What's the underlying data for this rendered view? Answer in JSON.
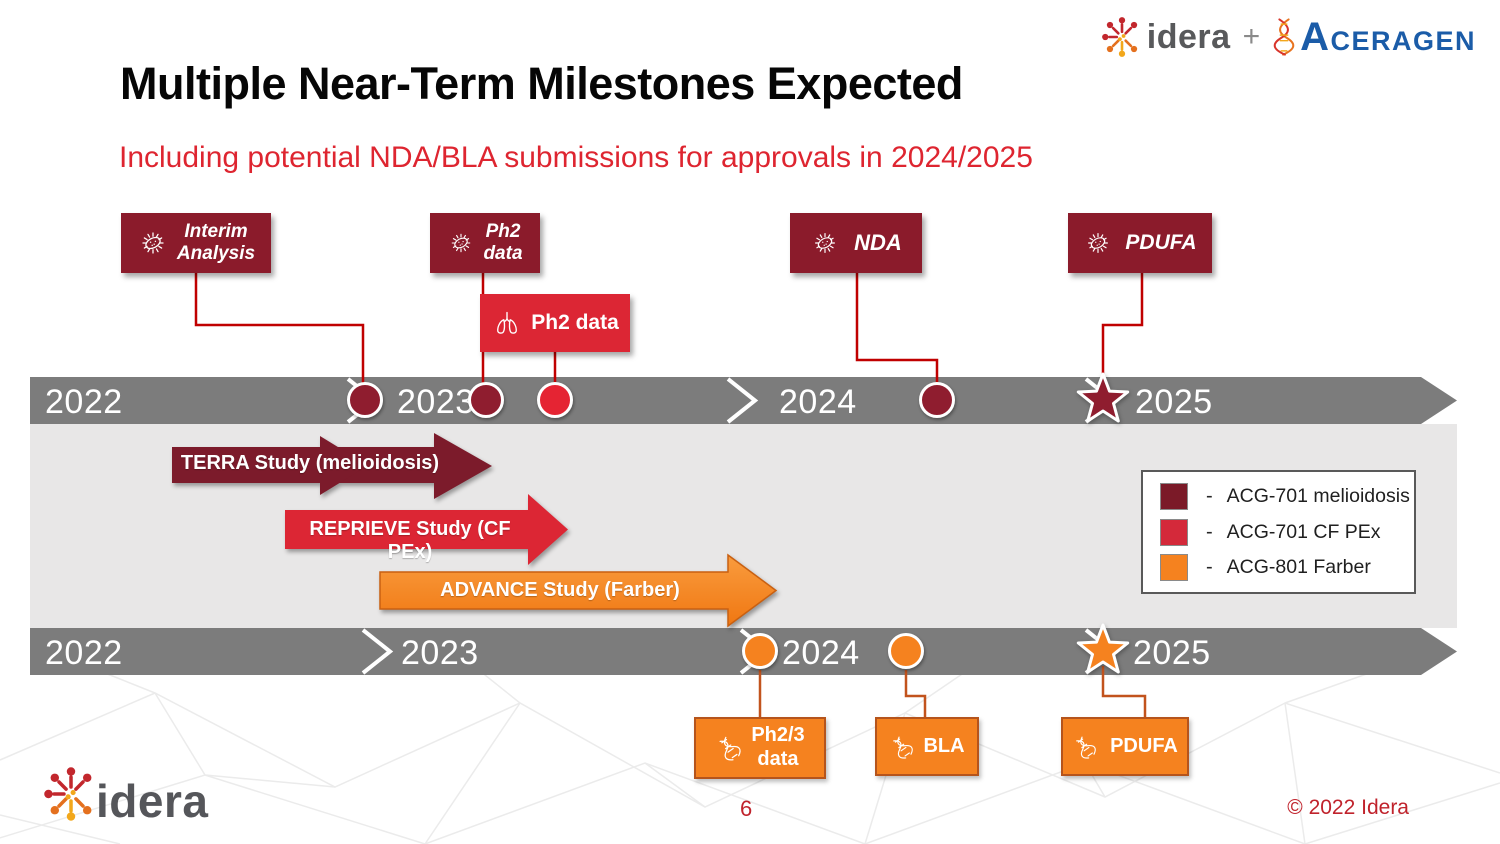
{
  "brand": {
    "idera_text": "idera",
    "plus": "+",
    "aceragen_text": "ACERAGEN"
  },
  "title": "Multiple Near-Term Milestones Expected",
  "subtitle": "Including potential NDA/BLA submissions for approvals in 2024/2025",
  "timeline_top": {
    "years": [
      "2022",
      "2023",
      "2024",
      "2025"
    ],
    "callouts": {
      "interim": "Interim\nAnalysis",
      "ph2_melioidosis": "Ph2\ndata",
      "ph2_cf": "Ph2 data",
      "nda": "NDA",
      "pdufa": "PDUFA"
    }
  },
  "timeline_bottom": {
    "years": [
      "2022",
      "2023",
      "2024",
      "2025"
    ],
    "callouts": {
      "ph23": "Ph2/3\ndata",
      "bla": "BLA",
      "pdufa": "PDUFA"
    }
  },
  "studies": {
    "terra": "TERRA Study (melioidosis)",
    "reprieve": "REPRIEVE Study (CF PEx)",
    "advance": "ADVANCE Study (Farber)"
  },
  "legend": {
    "items": [
      {
        "swatch": "#7B1A28",
        "dash": "-",
        "label": "ACG-701 melioidosis"
      },
      {
        "swatch": "#D4293A",
        "dash": "-",
        "label": "ACG-701 CF PEx"
      },
      {
        "swatch": "#F5821F",
        "dash": "-",
        "label": "ACG-801 Farber"
      }
    ]
  },
  "footer": {
    "page_number": "6",
    "copyright": "© 2022 Idera",
    "logo_text": "idera"
  },
  "colors": {
    "dark_red": "#8B1B2B",
    "red": "#DC2634",
    "orange": "#F5821F",
    "bar_gray": "#7C7C7C",
    "band_gray": "#E8E7E7",
    "connector_red": "#C00000",
    "connector_orange": "#C2531D",
    "subtitle_red": "#DE2530",
    "aceragen_blue": "#1B5CA8"
  }
}
